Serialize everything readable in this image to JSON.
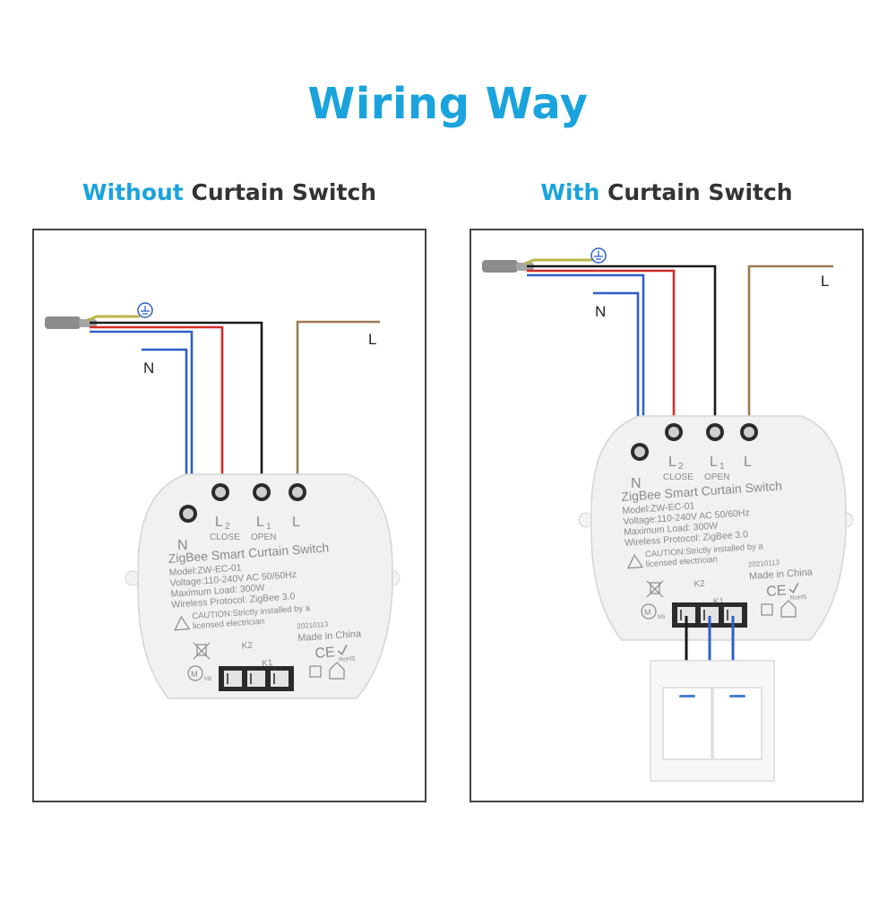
{
  "title": "Wiring Way",
  "colors": {
    "accent": "#1aa3dd",
    "wire_black": "#1a1a1a",
    "wire_red": "#d42a2a",
    "wire_blue": "#2f5fc8",
    "wire_brown": "#9c7a55",
    "wire_ground": "#b9b64a"
  },
  "panels": {
    "left": {
      "title_accent": "Without",
      "title_rest": "Curtain Switch",
      "wire_labels": {
        "neutral": "N",
        "live": "L"
      }
    },
    "right": {
      "title_accent": "With",
      "title_rest": "Curtain Switch",
      "wire_labels": {
        "neutral": "N",
        "live": "L"
      }
    }
  },
  "module": {
    "terminal_n": "N",
    "terminal_l2": "L",
    "terminal_l2_sub": "2",
    "terminal_l1": "L",
    "terminal_l1_sub": "1",
    "terminal_l": "L",
    "close_label": "CLOSE",
    "open_label": "OPEN",
    "product_name": "ZigBee Smart Curtain Switch",
    "model": "Model:ZW-EC-01",
    "voltage": "Voltage:110-240V AC 50/60Hz",
    "max_load": "Maximum Load: 300W",
    "protocol": "Wireless Protocol: ZigBee 3.0",
    "caution_line1": "CAUTION:Strictly installed by a",
    "caution_line2": "licensed electrician",
    "date_code": "20210113",
    "k2_label": "K2",
    "k1_label": "K1",
    "made_in": "Made in China",
    "ce_mark": "CE",
    "rohs_mark": "RoHS",
    "m_mark": "M",
    "m_sub": "M5"
  }
}
